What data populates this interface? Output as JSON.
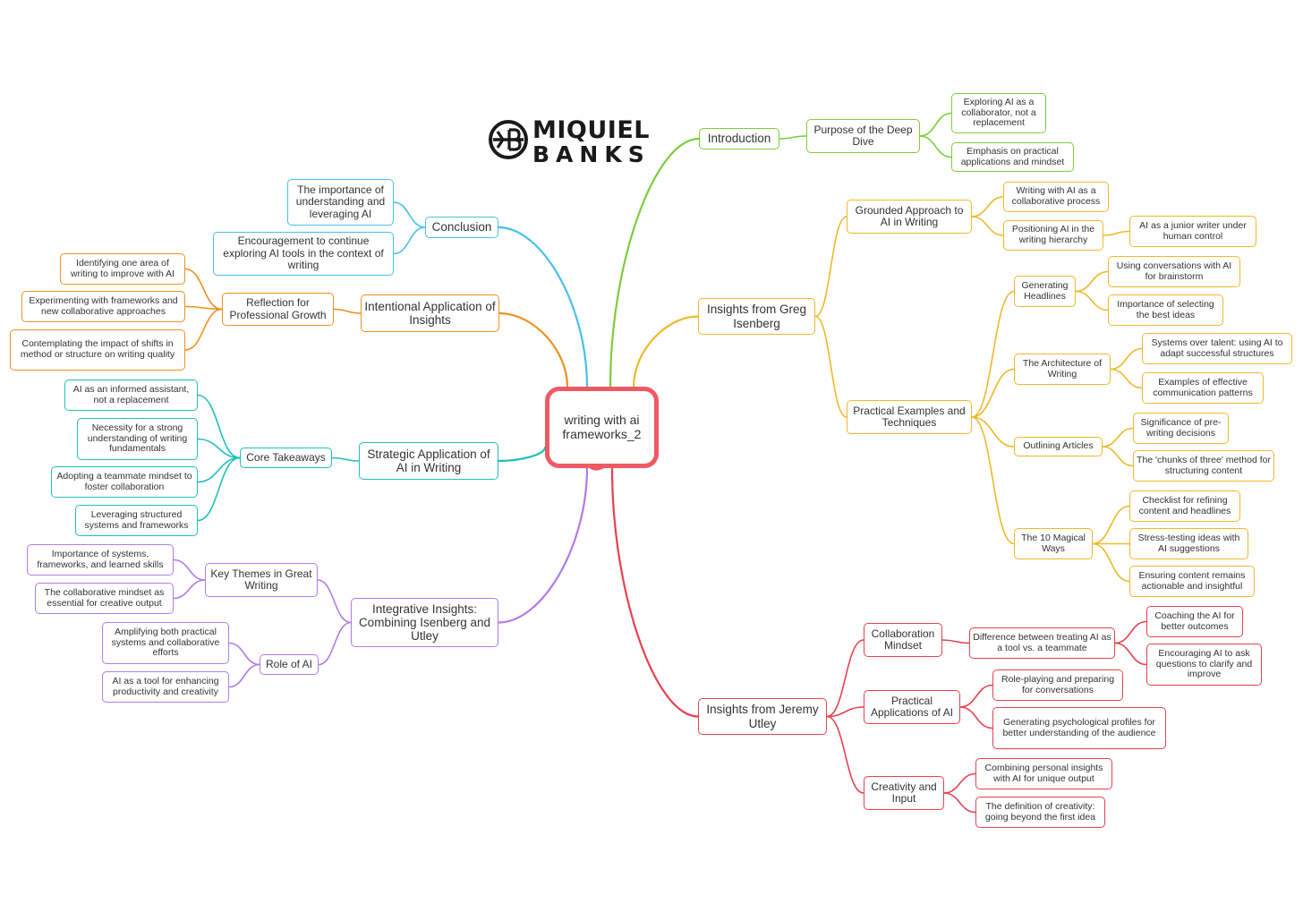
{
  "logo": {
    "line1": "MIQUIEL",
    "line2": "BANKS"
  },
  "root": {
    "label": "writing with ai frameworks_2"
  },
  "colors": {
    "root": "#ee5a64",
    "introduction": "#7dcd3e",
    "greg": "#f0b82a",
    "jeremy": "#e6414f",
    "integrative": "#b07ce6",
    "strategic": "#1fc0b8",
    "intentional": "#f09020",
    "conclusion": "#48bfea"
  },
  "branches": {
    "introduction": {
      "label": "Introduction",
      "purpose": {
        "label": "Purpose of the Deep Dive",
        "items": [
          "Exploring AI as a collaborator, not a replacement",
          "Emphasis on practical applications and mindset"
        ]
      }
    },
    "greg": {
      "label": "Insights from Greg Isenberg",
      "grounded": {
        "label": "Grounded Approach to AI in Writing",
        "collaborative": "Writing with AI as a collaborative process",
        "positioning": "Positioning AI in the writing hierarchy",
        "junior": "AI as a junior writer under human control"
      },
      "practical": {
        "label": "Practical Examples and Techniques",
        "headlines": {
          "label": "Generating Headlines",
          "items": [
            "Using conversations with AI for brainstorm",
            "Importance of selecting the best ideas"
          ]
        },
        "architecture": {
          "label": "The Architecture of Writing",
          "items": [
            "Systems over talent: using AI to adapt successful structures",
            "Examples of effective communication patterns"
          ]
        },
        "outlining": {
          "label": "Outlining Articles",
          "items": [
            "Significance of pre-writing decisions",
            "The 'chunks of three' method for structuring content"
          ]
        },
        "magical": {
          "label": "The 10 Magical Ways",
          "items": [
            "Checklist for refining content and headlines",
            "Stress-testing ideas with AI suggestions",
            "Ensuring content remains actionable and insightful"
          ]
        }
      }
    },
    "jeremy": {
      "label": "Insights from Jeremy Utley",
      "mindset": {
        "label": "Collaboration Mindset",
        "difference": "Difference between treating AI as a tool vs. a teammate",
        "items": [
          "Coaching the AI for better outcomes",
          "Encouraging AI to ask questions to clarify and improve"
        ]
      },
      "practical": {
        "label": "Practical Applications of AI",
        "items": [
          "Role-playing and preparing for conversations",
          "Generating psychological profiles for better understanding of the audience"
        ]
      },
      "creativity": {
        "label": "Creativity and Input",
        "items": [
          "Combining personal insights with AI for unique output",
          "The definition of creativity: going beyond the first idea"
        ]
      }
    },
    "integrative": {
      "label": "Integrative Insights: Combining Isenberg and Utley",
      "themes": {
        "label": "Key Themes in Great Writing",
        "items": [
          "Importance of systems, frameworks, and learned skills",
          "The collaborative mindset as essential for creative output"
        ]
      },
      "role": {
        "label": "Role of AI",
        "items": [
          "Amplifying both practical systems and collaborative efforts",
          "AI as a tool for enhancing productivity and creativity"
        ]
      }
    },
    "strategic": {
      "label": "Strategic Application of AI in Writing",
      "core": {
        "label": "Core Takeaways",
        "items": [
          "AI as an informed assistant, not a replacement",
          "Necessity for a strong understanding of writing fundamentals",
          "Adopting a teammate mindset to foster collaboration",
          "Leveraging structured systems and frameworks"
        ]
      }
    },
    "intentional": {
      "label": "Intentional Application of Insights",
      "reflection": {
        "label": "Reflection for Professional Growth",
        "items": [
          "Identifying one area of writing to improve with AI",
          "Experimenting with frameworks and new collaborative approaches",
          "Contemplating the impact of shifts in method or structure on writing quality"
        ]
      }
    },
    "conclusion": {
      "label": "Conclusion",
      "items": [
        "The importance of understanding and leveraging AI",
        "Encouragement to continue exploring AI tools in the context of writing"
      ]
    }
  }
}
